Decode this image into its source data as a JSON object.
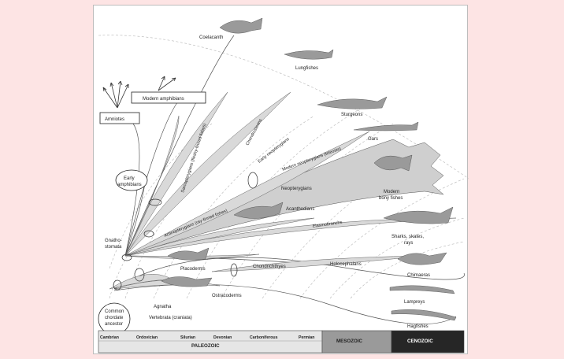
{
  "title": "",
  "labels": {
    "coelacanth": "Coelacanth",
    "lungfishes": "Lungfishes",
    "modern_amphibians": "Modern amphibians",
    "amniotes": "Amniotes",
    "sturgeons": "Sturgeons",
    "gars": "Gars",
    "chondrosteans": "Chondrosteans",
    "sarcopterygians": "Sarcopterygians (fleshy-finned fishes)",
    "early_neopterygians": "Early neopterygians",
    "modern_neopterygians": "Modern neopterygians (teleosts)",
    "early_amphibians_1": "Early",
    "early_amphibians_2": "amphibians",
    "neopterygians": "Neopterygians",
    "modern_bony_1": "Modern",
    "modern_bony_2": "bony fishes",
    "actinopterygians": "Actinopterygians (ray-finned fishes)",
    "acanthodians": "Acanthodians",
    "elasmobranchs": "Elasmobranchs",
    "gnathostomata_1": "Gnatho-",
    "gnathostomata_2": "stomata",
    "sharks_1": "Sharks, skates,",
    "sharks_2": "rays",
    "placoderms": "Placoderms",
    "chondrichthyes": "Chondrichthyes",
    "holocephalans": "Holocephalans",
    "chimaeras": "Chimaeras",
    "ostracoderms": "Ostracoderms",
    "lampreys": "Lampreys",
    "agnatha": "Agnatha",
    "vertebrata": "Vertebrata (craniata)",
    "common_1": "Common",
    "common_2": "chordate",
    "common_3": "ancestor",
    "hagfishes": "Hagfishes"
  },
  "timeline": {
    "periods": [
      "Cambrian",
      "Ordovician",
      "Silurian",
      "Devonian",
      "Carboniferous",
      "Permian"
    ],
    "paleozoic": "PALEOZOIC",
    "mesozoic": "MESOZOIC",
    "cenozoic": "CENOZOIC",
    "colors": {
      "paleozoic": "#e6e6e6",
      "mesozoic": "#9a9a9a",
      "cenozoic": "#262626"
    }
  }
}
